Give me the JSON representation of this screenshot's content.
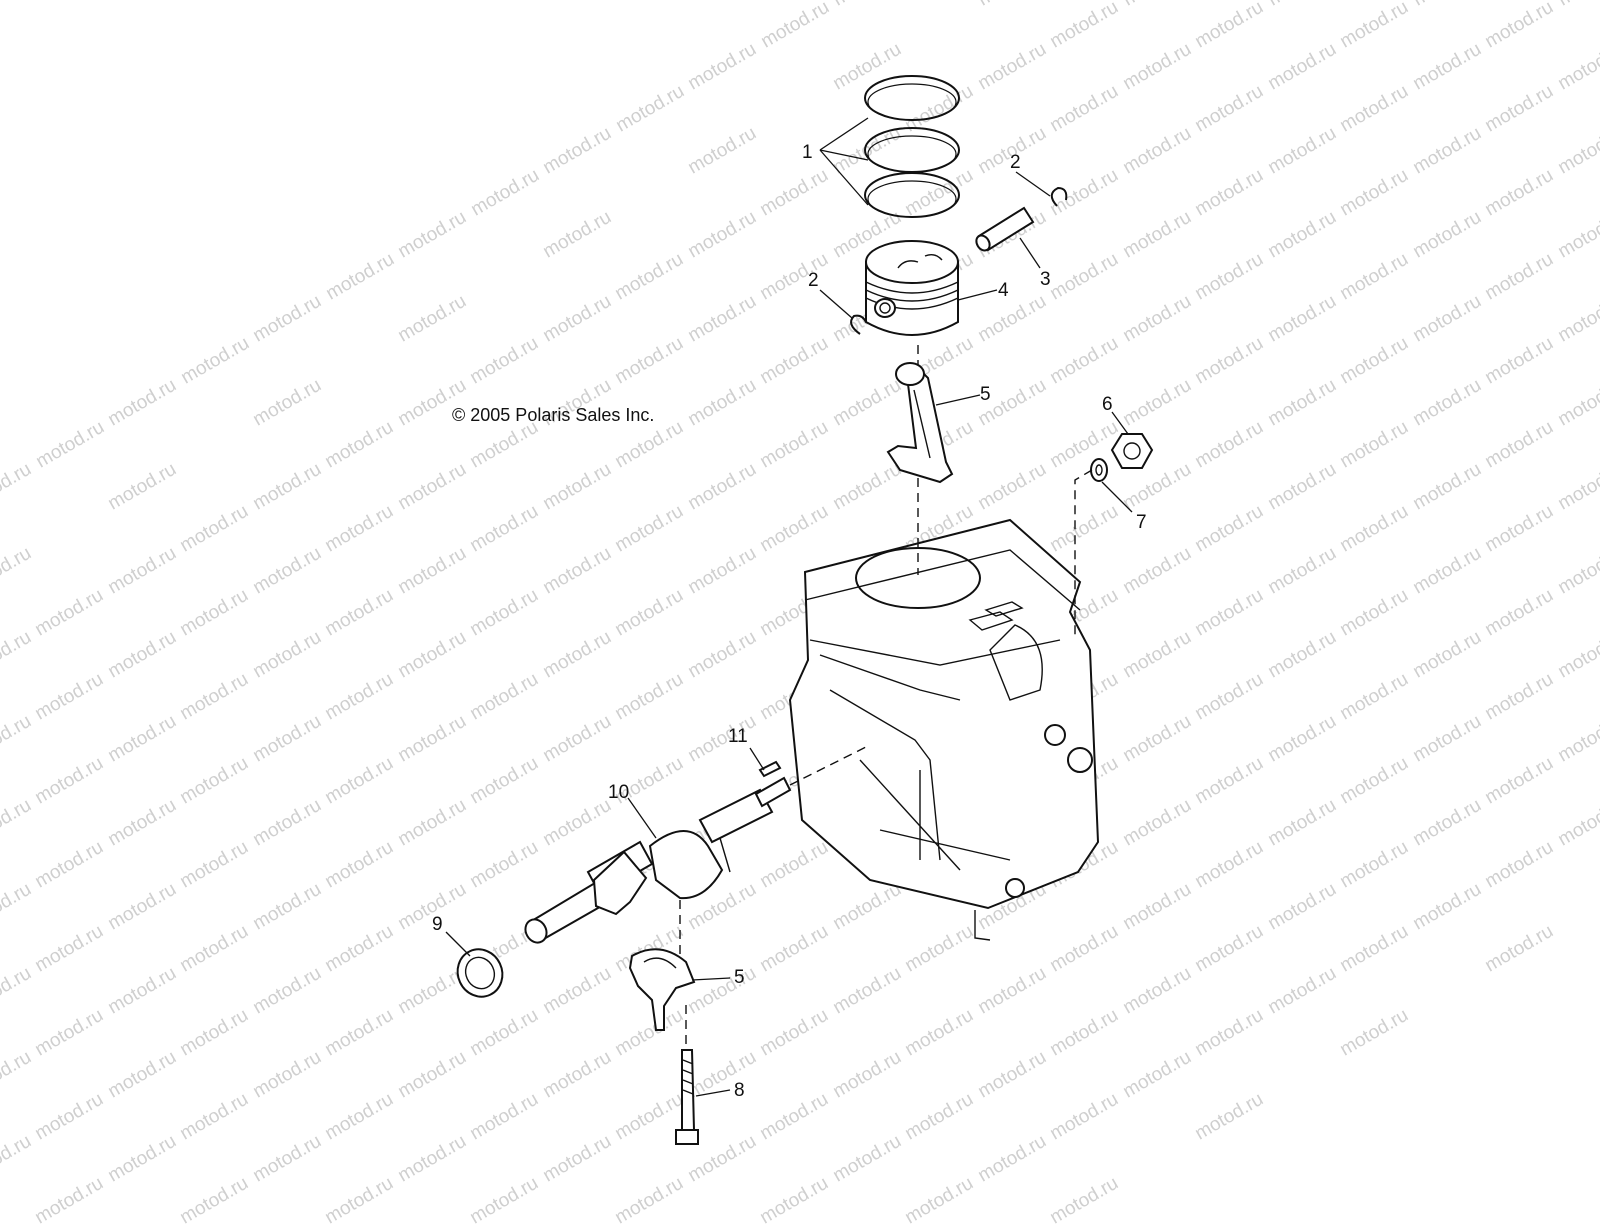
{
  "watermark": "motod.ru",
  "copyright": "© 2005 Polaris Sales Inc.",
  "callouts": {
    "piston_rings": "1",
    "circlip_right": "2",
    "circlip_left": "2",
    "piston_pin": "3",
    "piston": "4",
    "connecting_rod": "5",
    "nut": "6",
    "washer": "7",
    "bolt": "8",
    "oil_seal": "9",
    "crankshaft": "10",
    "key": "11",
    "rod_cap": "5"
  }
}
